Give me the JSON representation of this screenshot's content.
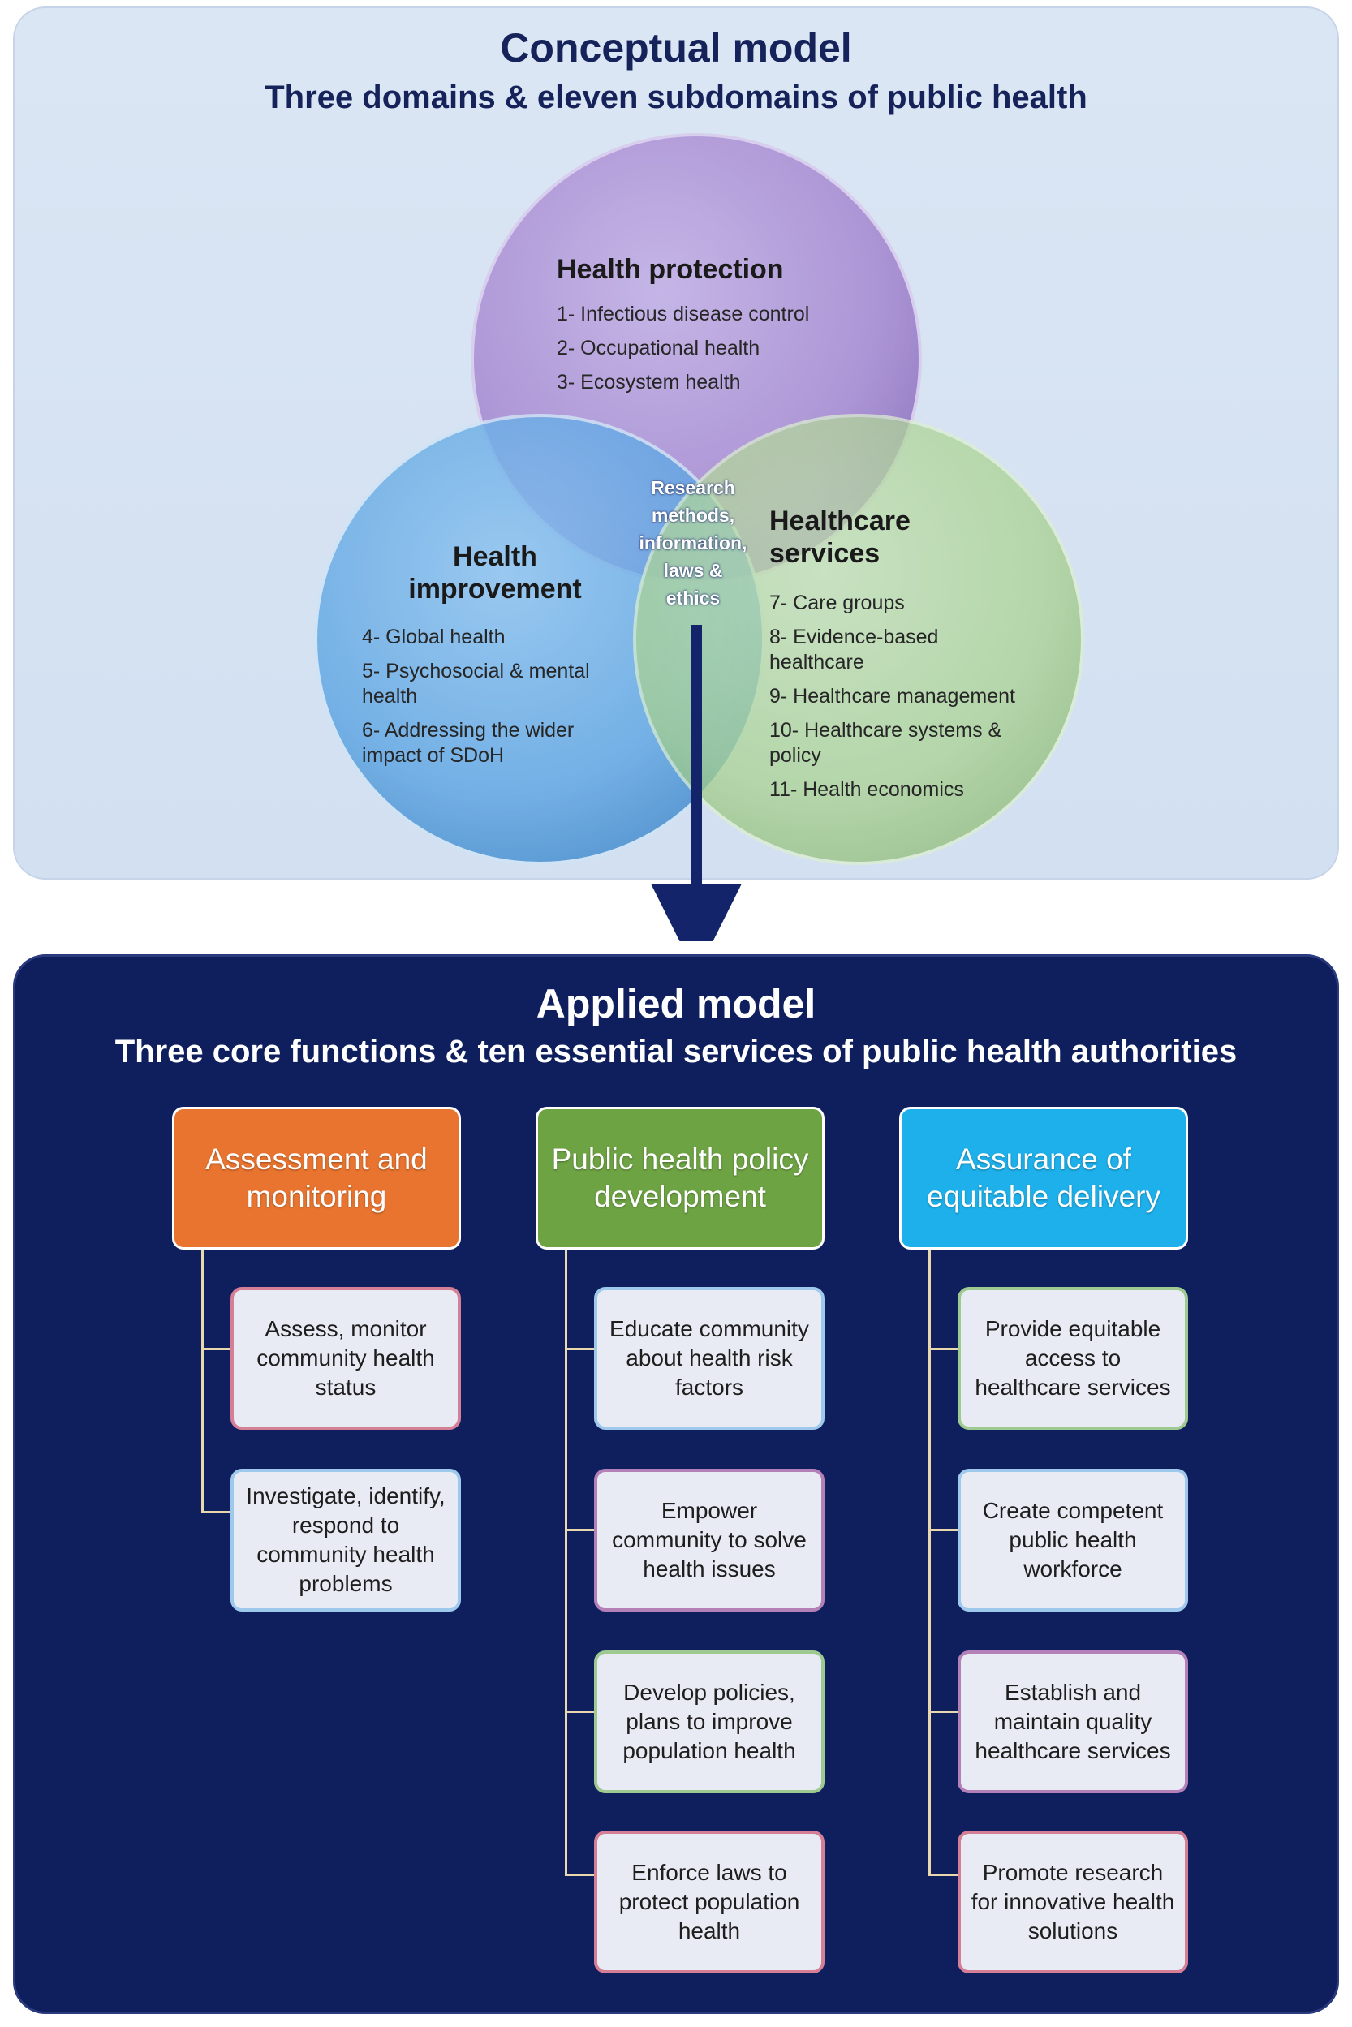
{
  "conceptual": {
    "title": "Conceptual model",
    "subtitle": "Three domains & eleven subdomains of public health",
    "core_overlap": [
      "Research",
      "methods,",
      "information,",
      "laws &",
      "ethics"
    ],
    "domains": {
      "health_protection": {
        "title": "Health protection",
        "color": "#a98fd3",
        "subdomains": [
          "1- Infectious disease control",
          "2- Occupational health",
          "3- Ecosystem health"
        ]
      },
      "health_improvement": {
        "title_lines": [
          "Health",
          "improvement"
        ],
        "color": "#5fa6e3",
        "subdomains": [
          "4- Global health",
          "5- Psychosocial & mental health",
          "6- Addressing the wider impact of SDoH"
        ]
      },
      "healthcare_services": {
        "title_lines": [
          "Healthcare",
          "services"
        ],
        "color": "#a9d28f",
        "subdomains": [
          "7- Care groups",
          "8- Evidence-based healthcare",
          "9- Healthcare management",
          "10- Healthcare systems & policy",
          "11- Health economics"
        ]
      }
    }
  },
  "applied": {
    "title": "Applied model",
    "subtitle": "Three core functions & ten essential services of public health authorities",
    "functions": [
      {
        "label": "Assessment and monitoring",
        "color": "#e8742f",
        "services": [
          "Assess, monitor community health status",
          "Investigate, identify, respond to community health problems"
        ]
      },
      {
        "label": "Public health policy development",
        "color": "#6ea344",
        "services": [
          "Educate community about health risk factors",
          "Empower community to solve health issues",
          "Develop policies, plans to improve population health",
          "Enforce laws to protect population health"
        ]
      },
      {
        "label": "Assurance of equitable delivery",
        "color": "#1eb0ea",
        "services": [
          "Provide equitable access to healthcare services",
          "Create competent public health workforce",
          "Establish and maintain quality healthcare services",
          "Promote research for innovative health solutions"
        ]
      }
    ]
  }
}
